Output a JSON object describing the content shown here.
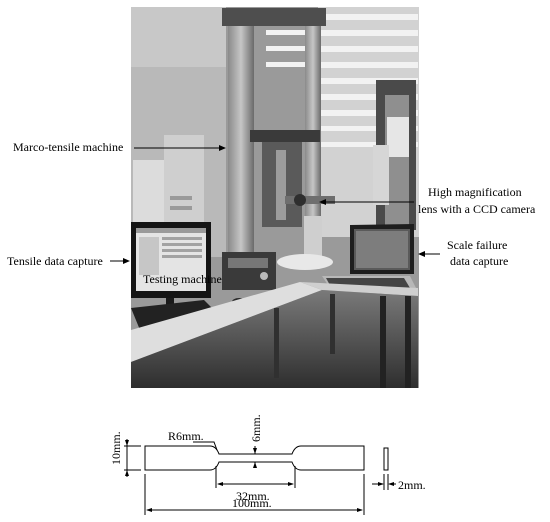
{
  "photo": {
    "annotations": {
      "macro_tensile": "Marco-tensile machine",
      "tensile_data": "Tensile data capture",
      "lens_line1": "High magnification",
      "lens_line2": "lens with a CCD camera",
      "scale_line1": "Scale failure",
      "scale_line2": "data capture"
    },
    "monitor_text": "Testing machine"
  },
  "specimen": {
    "dims": {
      "height": "10mm.",
      "radius": "R6mm.",
      "neck_height": "6mm.",
      "gauge_length": "32mm.",
      "total_length": "100mm.",
      "thickness": "2mm."
    }
  }
}
